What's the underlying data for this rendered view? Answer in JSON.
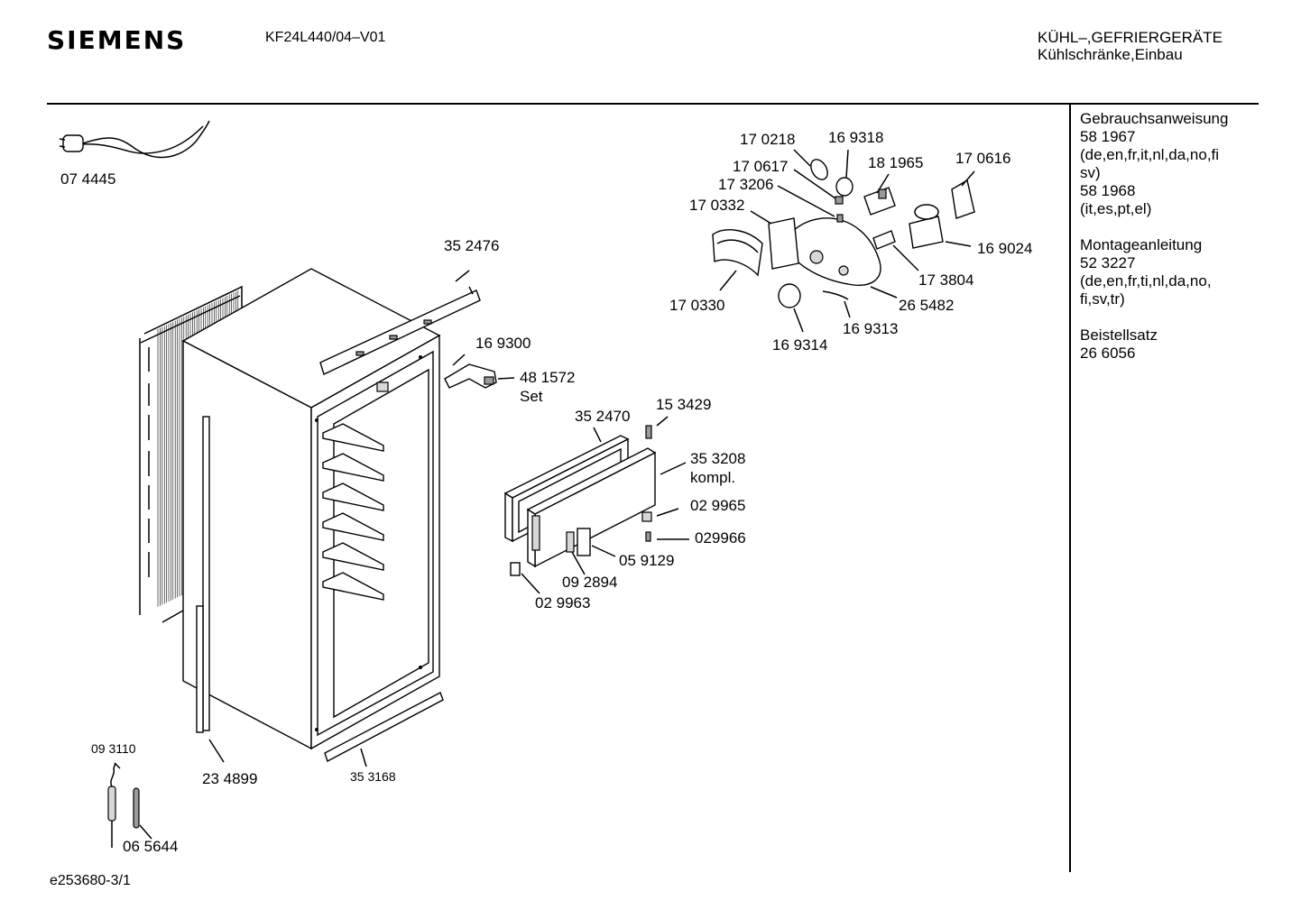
{
  "header": {
    "brand": "SIEMENS",
    "model": "KF24L440/04–V01",
    "category_line1": "KÜHL–,GEFRIERGERÄTE",
    "category_line2": "Kühlschränke,Einbau"
  },
  "sidebar": {
    "blocks": [
      {
        "lines": [
          "Gebrauchsanweisung",
          "58 1967",
          "(de,en,fr,it,nl,da,no,fi",
          "sv)",
          "58 1968",
          "(it,es,pt,el)"
        ]
      },
      {
        "lines": [
          "Montageanleitung",
          "52 3227",
          "(de,en,fr,ti,nl,da,no,",
          "fi,sv,tr)"
        ]
      },
      {
        "lines": [
          "Beistellsatz",
          "26 6056"
        ]
      }
    ]
  },
  "parts": {
    "p074445": "07 4445",
    "p352476": "35 2476",
    "p169300": "16 9300",
    "p481572": "48 1572",
    "set": "Set",
    "p352470": "35 2470",
    "p153429": "15 3429",
    "p353208": "35 3208",
    "kompl": "kompl.",
    "p029965": "02 9965",
    "p029966": "029966",
    "p059129": "05 9129",
    "p092894": "09 2894",
    "p029963": "02 9963",
    "p093110": "09 3110",
    "p234899": "23 4899",
    "p353168": "35 3168",
    "p065644": "06 5644",
    "p170218": "17 0218",
    "p169318": "16 9318",
    "p170617": "17 0617",
    "p181965": "18 1965",
    "p170616": "17 0616",
    "p173206": "17 3206",
    "p170332": "17 0332",
    "p169024": "16 9024",
    "p173804": "17 3804",
    "p170330": "17 0330",
    "p265482": "26 5482",
    "p169313": "16 9313",
    "p169314": "16 9314"
  },
  "footer": {
    "code": "e253680-3/1"
  }
}
